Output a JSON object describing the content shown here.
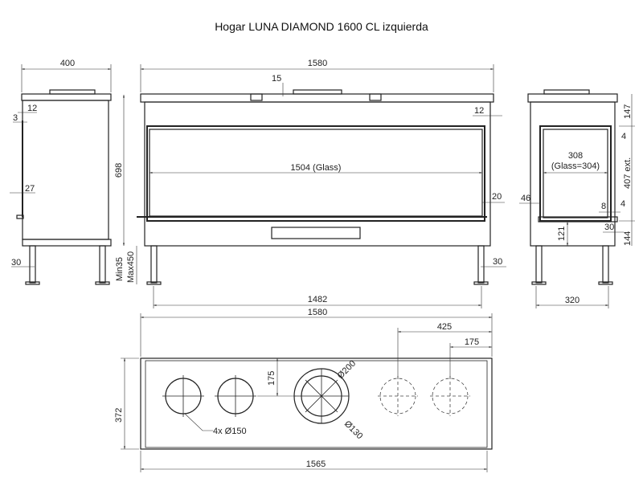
{
  "title": "Hogar LUNA DIAMOND 1600 CL izquierda",
  "side_view_left": {
    "width": "400",
    "height": "698",
    "d12": "12",
    "d3": "3",
    "d27": "27",
    "leg": "30",
    "min": "Min35",
    "max": "Max450"
  },
  "front_view": {
    "width": "1580",
    "d15": "15",
    "d12": "12",
    "glass": "1504 (Glass)",
    "d20": "20",
    "leg": "30",
    "legs_span": "1482"
  },
  "side_view_right": {
    "d147": "147",
    "d4a": "4",
    "opening": "308",
    "glass": "(Glass=304)",
    "ext": "407 ext.",
    "d46": "46",
    "d8": "8",
    "d4b": "4",
    "d30": "30",
    "d144": "144",
    "d121": "121",
    "width": "320"
  },
  "top_view": {
    "width": "1580",
    "d425": "425",
    "d175a": "175",
    "d175b": "175",
    "d200": "Ø200",
    "d130": "Ø130",
    "holes": "4x Ø150",
    "depth": "372",
    "inner_width": "1565"
  }
}
